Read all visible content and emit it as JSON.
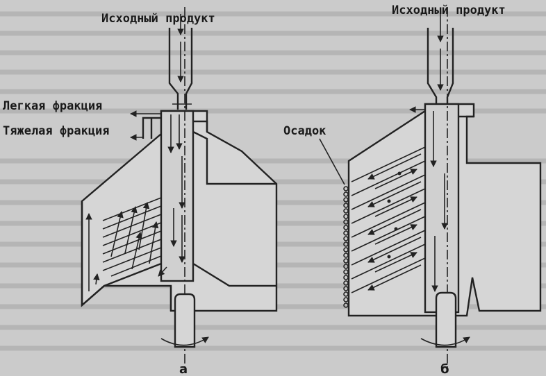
{
  "labels": {
    "input_left": "Исходный продукт",
    "input_right": "Исходный продукт",
    "light_fraction": "Легкая фракция",
    "heavy_fraction": "Тяжелая фракция",
    "sediment": "Осадок",
    "caption_a": "а",
    "caption_b": "б"
  }
}
